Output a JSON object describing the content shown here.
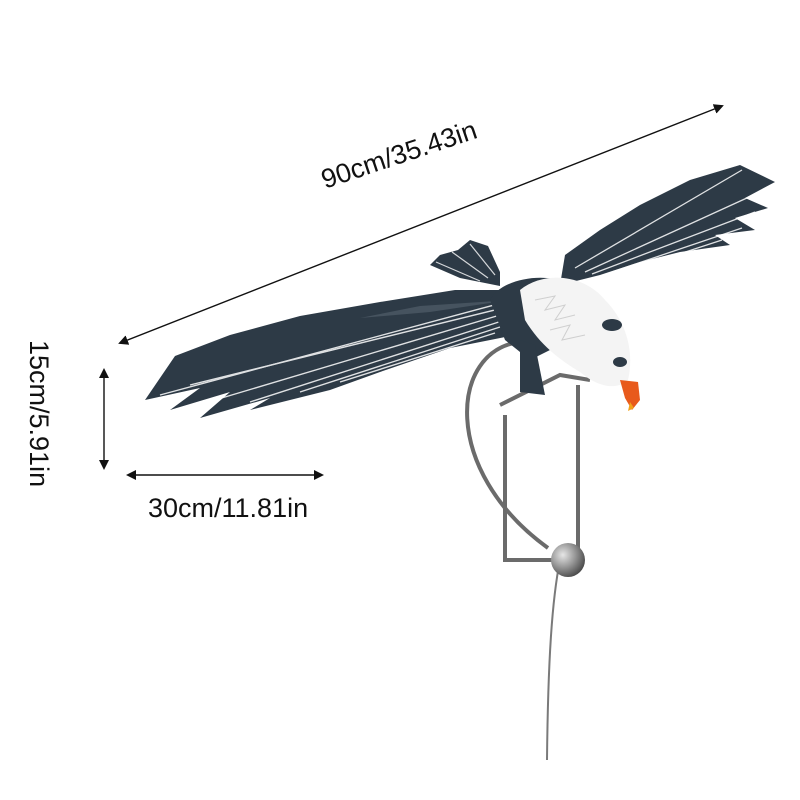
{
  "image": {
    "subject": "eagle-garden-stake",
    "background_color": "#ffffff"
  },
  "dimensions": {
    "length_label": "90cm/35.43in",
    "height_label": "15cm/5.91in",
    "width_label": "30cm/11.81in"
  },
  "colors": {
    "wing": "#2d3a46",
    "wing_highlight": "#46535f",
    "head": "#f4f4f4",
    "beak": "#e85a1c",
    "beak_tip": "#f2a21b",
    "frame": "#6b6b6b",
    "ball": "#9a9a9a",
    "arrow": "#111111"
  }
}
